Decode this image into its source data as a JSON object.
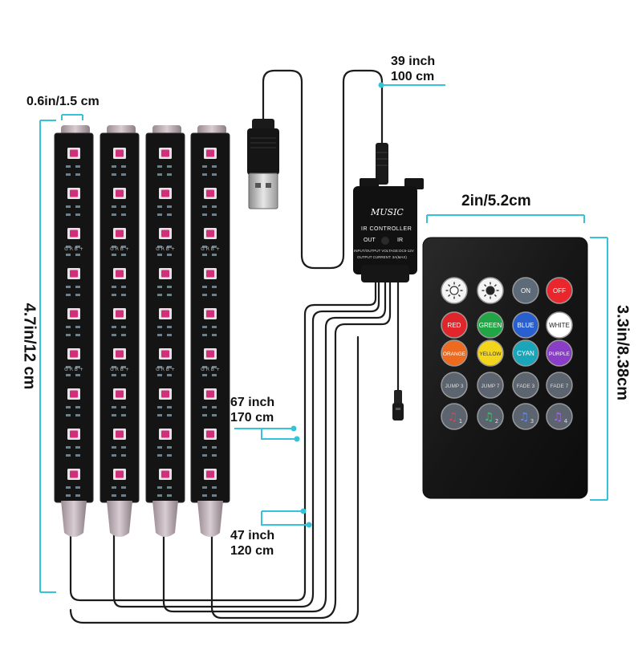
{
  "dimensions": {
    "strip_width": "0.6in/1.5 cm",
    "strip_length": "4.7in/12 cm",
    "usb_cable_line1": "39 inch",
    "usb_cable_line2": "100 cm",
    "long_cable_line1": "67 inch",
    "long_cable_line2": "170 cm",
    "short_cable_line1": "47 inch",
    "short_cable_line2": "120 cm",
    "remote_width": "2in/5.2cm",
    "remote_height": "3.3in/8.38cm"
  },
  "controller": {
    "brand": "MUSIC",
    "title": "IR CONTROLLER",
    "port_out": "OUT",
    "port_ir": "IR",
    "spec_line1": "INPUT/OUTPUT VOLTAGE:DC5-12V",
    "spec_line2": "OUTPUT CURRENT: 3A(MAX)"
  },
  "remote": {
    "buttons": [
      {
        "label": "",
        "icon": "brightness-up-icon",
        "color": "#f4f4f4",
        "text_color": "#333333"
      },
      {
        "label": "",
        "icon": "brightness-down-icon",
        "color": "#f4f4f4",
        "text_color": "#333333"
      },
      {
        "label": "ON",
        "icon": "",
        "color": "#5d6a78",
        "text_color": "#ffffff"
      },
      {
        "label": "OFF",
        "icon": "",
        "color": "#e8262b",
        "text_color": "#ffffff"
      },
      {
        "label": "RED",
        "icon": "",
        "color": "#e0262b",
        "text_color": "#ffffff"
      },
      {
        "label": "GREEN",
        "icon": "",
        "color": "#22a544",
        "text_color": "#ffffff"
      },
      {
        "label": "BLUE",
        "icon": "",
        "color": "#2a5fd0",
        "text_color": "#ffffff"
      },
      {
        "label": "WHITE",
        "icon": "",
        "color": "#ffffff",
        "text_color": "#222222"
      },
      {
        "label": "ORANGE",
        "icon": "",
        "color": "#ee6a1e",
        "text_color": "#ffffff"
      },
      {
        "label": "YELLOW",
        "icon": "",
        "color": "#f3d51c",
        "text_color": "#333333"
      },
      {
        "label": "CYAN",
        "icon": "",
        "color": "#1aa6b8",
        "text_color": "#ffffff"
      },
      {
        "label": "PURPLE",
        "icon": "",
        "color": "#8a3ec8",
        "text_color": "#ffffff"
      },
      {
        "label": "JUMP 3",
        "icon": "",
        "color": "#5c6470",
        "text_color": "#dddddd"
      },
      {
        "label": "JUMP 7",
        "icon": "",
        "color": "#5c6470",
        "text_color": "#dddddd"
      },
      {
        "label": "FADE 3",
        "icon": "",
        "color": "#5c6470",
        "text_color": "#dddddd"
      },
      {
        "label": "FADE 7",
        "icon": "",
        "color": "#5c6470",
        "text_color": "#dddddd"
      },
      {
        "label": "1",
        "icon": "music-note-icon",
        "color": "#5c6470",
        "text_color": "#e0444a"
      },
      {
        "label": "2",
        "icon": "music-note-icon",
        "color": "#5c6470",
        "text_color": "#3fc06a"
      },
      {
        "label": "3",
        "icon": "music-note-icon",
        "color": "#5c6470",
        "text_color": "#5a8ff0"
      },
      {
        "label": "4",
        "icon": "music-note-icon",
        "color": "#5c6470",
        "text_color": "#b062e8"
      }
    ]
  },
  "strip": {
    "led_markings": "G R B +"
  },
  "colors": {
    "dimension_line": "#34c3d9",
    "strip_body": "#141414",
    "led": "#d12f7a",
    "cable": "#1c1c1c"
  }
}
